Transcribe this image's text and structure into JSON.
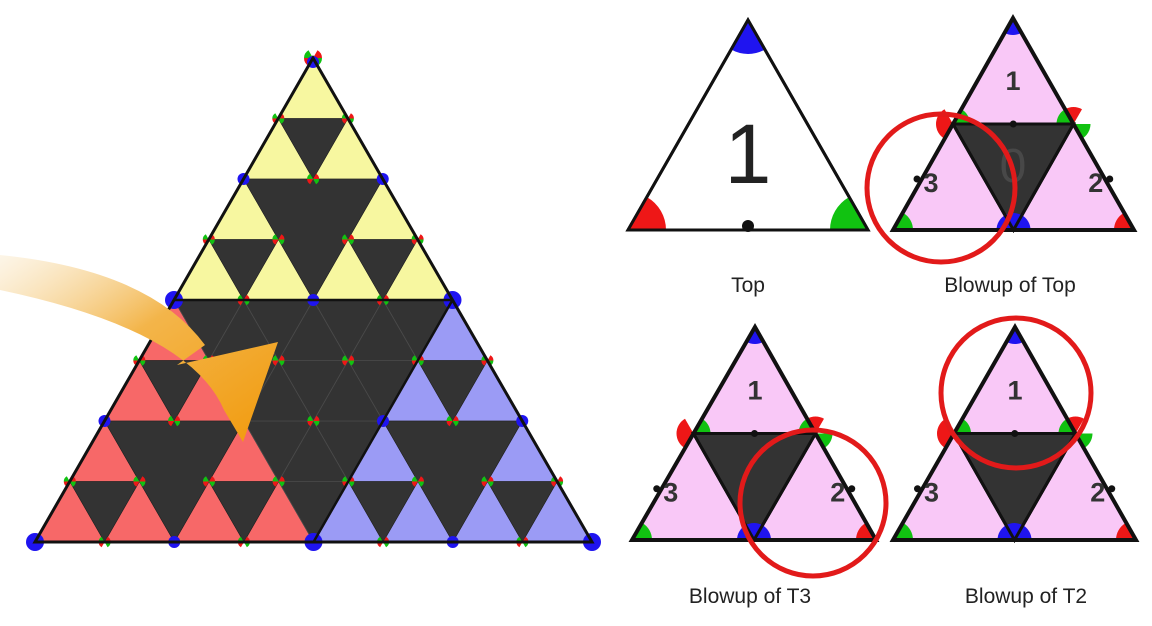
{
  "colors": {
    "yellow": "#f7f7a0",
    "red": "#f76868",
    "blue": "#9b9bf5",
    "dark": "#333333",
    "pink": "#f9c8f7",
    "white": "#ffffff",
    "marker_blue": "#1f14f0",
    "marker_red": "#ee1717",
    "marker_green": "#11c211",
    "circle": "#e21a1a",
    "arrow_start": "#f5c97a",
    "arrow_end": "#f29a0c"
  },
  "top_panel": {
    "number": "1",
    "caption": "Top"
  },
  "blowup_top": {
    "labels": [
      "1",
      "2",
      "3"
    ],
    "ghost": "0",
    "caption": "Blowup of Top"
  },
  "blowup_t3": {
    "labels": [
      "1",
      "2",
      "3"
    ],
    "caption": "Blowup of T3"
  },
  "blowup_t2": {
    "labels": [
      "1",
      "2",
      "3"
    ],
    "caption": "Blowup of T2"
  }
}
